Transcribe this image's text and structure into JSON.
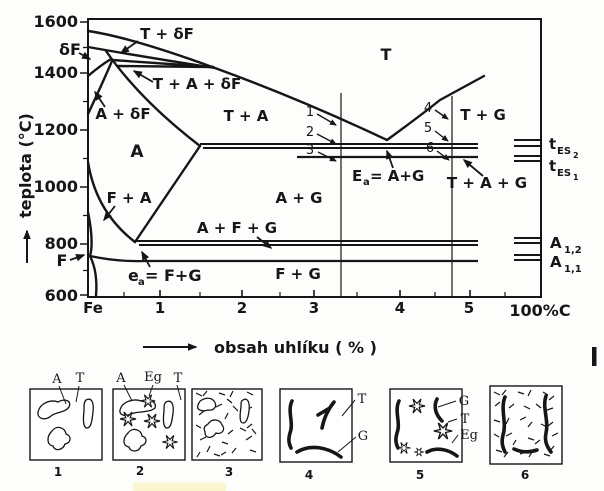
{
  "figure": {
    "y_axis": {
      "label": "teplota (°C)",
      "ticks": [
        "1600",
        "1400",
        "1200",
        "1000",
        "800",
        "600"
      ]
    },
    "x_axis": {
      "label": "obsah uhlíku ( % )",
      "ticks": [
        "Fe",
        "1",
        "2",
        "3",
        "4",
        "5"
      ],
      "end": "100%C"
    },
    "phases": {
      "dF": "δF",
      "TdF": "T + δF",
      "TAdF": "T + A + δF",
      "AdF": "A + δF",
      "A": "A",
      "TA": "T + A",
      "T": "T",
      "FA": "F + A",
      "AG": "A + G",
      "AFG": "A + F + G",
      "F": "F",
      "FG": "F + G",
      "TG": "T +  G",
      "TAG": "T + A + G"
    },
    "eutectic": {
      "base": "E",
      "sub": "a",
      "rest": "= A+G"
    },
    "eutectoid": {
      "base": "e",
      "sub": "a",
      "rest": "= F+G"
    },
    "markers": [
      "1",
      "2",
      "3",
      "4",
      "5",
      "6"
    ],
    "right_labels": {
      "tes2": {
        "base": "t",
        "sub": "ES",
        "sub2": "2"
      },
      "tes1": {
        "base": "t",
        "sub": "ES",
        "sub2": "1"
      },
      "a12": {
        "base": "A",
        "sub": "1,2"
      },
      "a11": {
        "base": "A",
        "sub": "1,1"
      }
    }
  },
  "micrographs": [
    {
      "number": "1",
      "labels": {
        "a": "A",
        "t": "T"
      }
    },
    {
      "number": "2",
      "labels": {
        "a": "A",
        "eg": "Eg",
        "t": "T"
      }
    },
    {
      "number": "3",
      "labels": {}
    },
    {
      "number": "4",
      "labels": {
        "t": "T",
        "g": "G"
      }
    },
    {
      "number": "5",
      "labels": {
        "g": "G",
        "t": "T",
        "eg": "Eg"
      }
    },
    {
      "number": "6",
      "labels": {}
    }
  ],
  "colors": {
    "ink": "#161616",
    "highlight": "#faf6cd"
  }
}
